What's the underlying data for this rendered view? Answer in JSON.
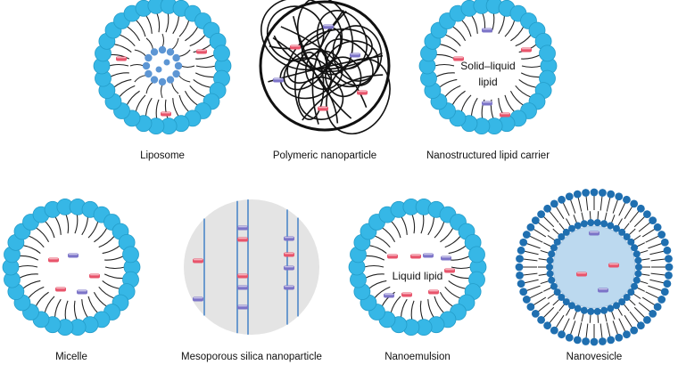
{
  "colors": {
    "head": "#36b7e6",
    "head_outline": "#239cc9",
    "head_dark": "#1f6fb0",
    "tail": "#222222",
    "drug_red": "#e8546b",
    "drug_blue": "#7c74c8",
    "silica_fill": "#e4e4e4",
    "silica_channel": "#4d87c9",
    "core_blue": "#bcd9ef",
    "inner_dot": "#5d96d4",
    "polymer": "#111111"
  },
  "panels": {
    "liposome": {
      "label": "Liposome"
    },
    "polymeric": {
      "label": "Polymeric nanoparticle"
    },
    "nlc": {
      "label": "Nanostructured lipid carrier",
      "inner_line1": "Solid–liquid",
      "inner_line2": "lipid"
    },
    "micelle": {
      "label": "Micelle"
    },
    "silica": {
      "label": "Mesoporous silica nanoparticle"
    },
    "nanoemulsion": {
      "label": "Nanoemulsion",
      "inner": "Liquid lipid"
    },
    "nanovesicle": {
      "label": "Nanovesicle"
    }
  }
}
